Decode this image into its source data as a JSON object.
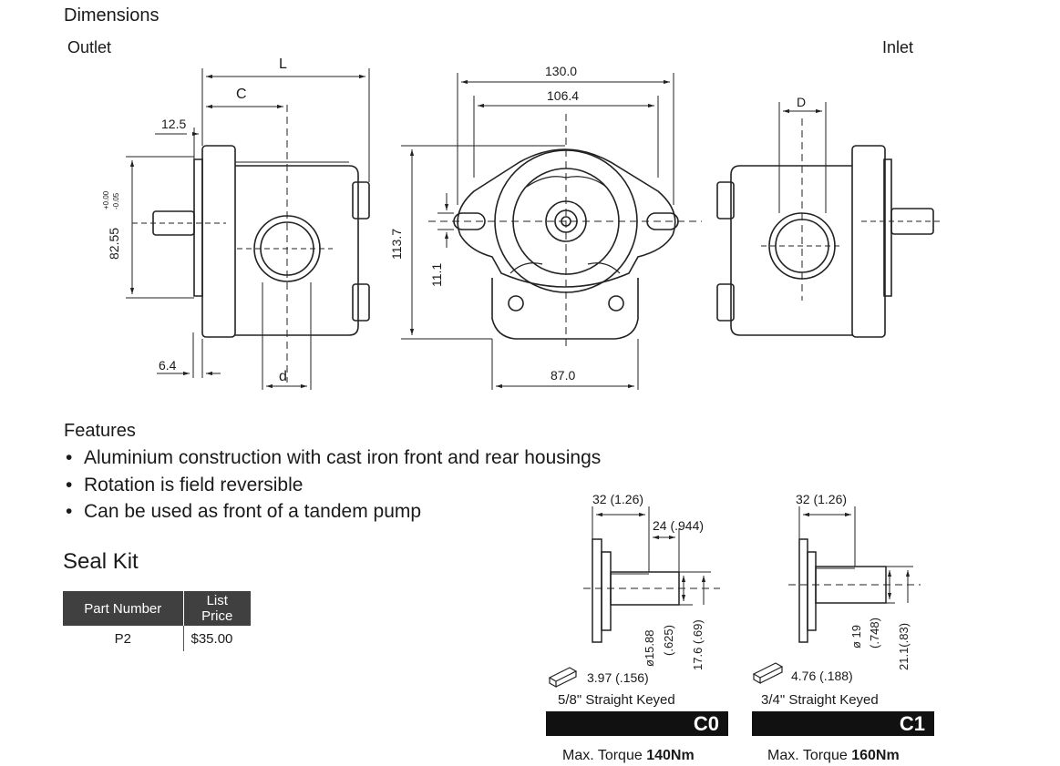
{
  "dimensions": {
    "title": "Dimensions",
    "outlet_label": "Outlet",
    "inlet_label": "Inlet",
    "dim_L": "L",
    "dim_C": "C",
    "dim_12_5": "12.5",
    "dim_82_55": "82.55",
    "dim_82_55_tol_plus": "+0.00",
    "dim_82_55_tol_minus": "-0.05",
    "dim_6_4": "6.4",
    "dim_d": "d",
    "dim_130": "130.0",
    "dim_106_4": "106.4",
    "dim_113_7": "113.7",
    "dim_11_1": "11.1",
    "dim_87": "87.0",
    "dim_D": "D"
  },
  "features": {
    "title": "Features",
    "items": [
      "Aluminium construction with cast iron front and rear housings",
      "Rotation is field reversible",
      "Can be used as front of a tandem pump"
    ]
  },
  "seal_kit": {
    "title": "Seal Kit",
    "columns": [
      "Part Number",
      "List Price"
    ],
    "rows": [
      [
        "P2",
        "$35.00"
      ]
    ]
  },
  "shafts": [
    {
      "dim_length": "32 (1.26)",
      "dim_key": "24 (.944)",
      "dim_dia": "ø15.88",
      "dim_dia_in": "(.625)",
      "dim_height": "17.6 (.69)",
      "key_size": "3.97  (.156)",
      "caption": "5/8\" Straight Keyed",
      "code": "C0",
      "torque_label": "Max. Torque",
      "torque_value": "140Nm"
    },
    {
      "dim_length": "32 (1.26)",
      "dim_dia": "ø 19",
      "dim_dia_in": "(.748)",
      "dim_height": "21.1(.83)",
      "key_size": "4.76  (.188)",
      "caption": "3/4\" Straight Keyed",
      "code": "C1",
      "torque_label": "Max. Torque",
      "torque_value": "160Nm"
    }
  ]
}
